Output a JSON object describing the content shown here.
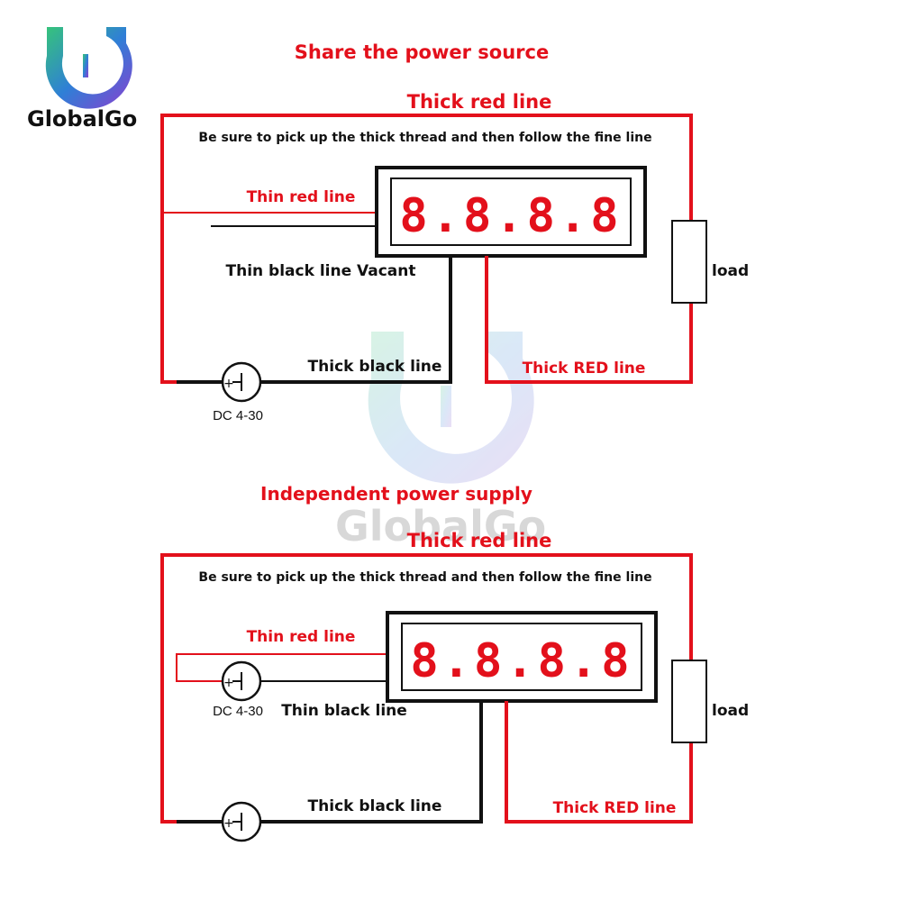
{
  "brand": {
    "name": "GlobalGo",
    "watermark_name": "GlobalGo"
  },
  "colors": {
    "red": "#e3101b",
    "black": "#111111",
    "logo_blue": "#2f7fd6",
    "logo_green": "#3bbf7a"
  },
  "top": {
    "heading": "Share the power source",
    "thick_red_top": "Thick red line",
    "instruction": "Be sure to pick up the thick thread and then follow the fine line",
    "thin_red": "Thin red line",
    "thin_black_vacant": "Thin black line Vacant",
    "thick_black": "Thick black line",
    "thick_red_bottom": "Thick RED line",
    "load": "load",
    "dc": "DC 4-30",
    "display": "8.8.8.8"
  },
  "bottom": {
    "heading": "Independent power supply",
    "thick_red_top": "Thick red line",
    "instruction": "Be sure to pick up the thick thread and then follow the fine line",
    "thin_red": "Thin red line",
    "thin_black": "Thin black line",
    "thick_black": "Thick black line",
    "thick_red_bottom": "Thick RED line",
    "load": "load",
    "dc": "DC 4-30",
    "display": "8.8.8.8"
  }
}
